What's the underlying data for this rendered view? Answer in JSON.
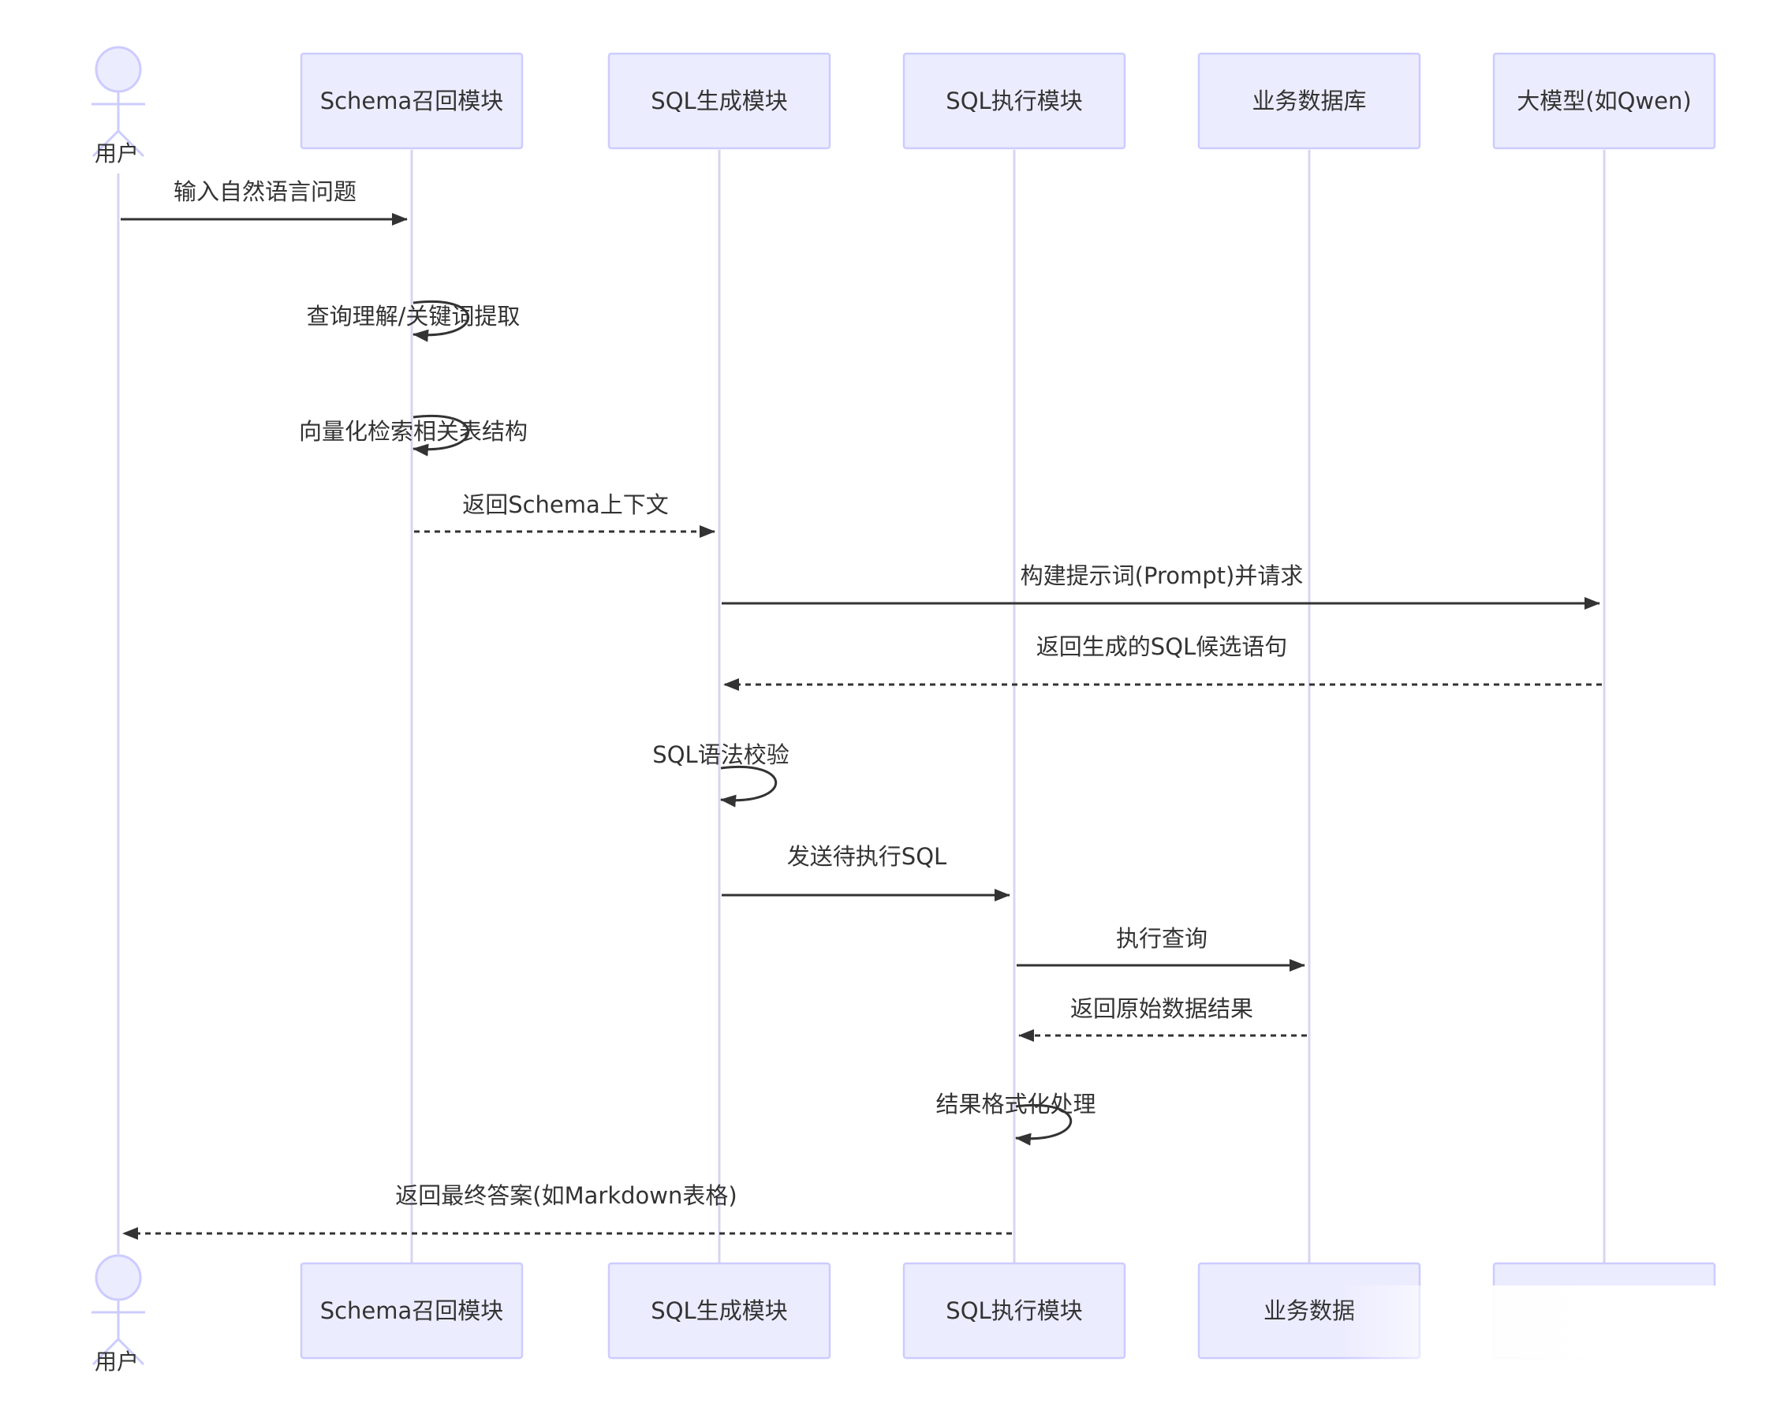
{
  "diagram": {
    "actor": {
      "label": "用户"
    },
    "participants": [
      {
        "id": "schema",
        "label": "Schema召回模块"
      },
      {
        "id": "sqlgen",
        "label": "SQL生成模块"
      },
      {
        "id": "sqlexec",
        "label": "SQL执行模块"
      },
      {
        "id": "db",
        "label": "业务数据库"
      },
      {
        "id": "llm",
        "label": "大模型(如Qwen)"
      }
    ],
    "messages": [
      {
        "from": "user",
        "to": "schema",
        "text": "输入自然语言问题",
        "style": "solid"
      },
      {
        "from": "schema",
        "to": "schema",
        "text": "查询理解/关键词提取",
        "style": "self"
      },
      {
        "from": "schema",
        "to": "schema",
        "text": "向量化检索相关表结构",
        "style": "self"
      },
      {
        "from": "schema",
        "to": "sqlgen",
        "text": "返回Schema上下文",
        "style": "dashed"
      },
      {
        "from": "sqlgen",
        "to": "llm",
        "text": "构建提示词(Prompt)并请求",
        "style": "solid"
      },
      {
        "from": "llm",
        "to": "sqlgen",
        "text": "返回生成的SQL候选语句",
        "style": "dashed"
      },
      {
        "from": "sqlgen",
        "to": "sqlgen",
        "text": "SQL语法校验",
        "style": "self"
      },
      {
        "from": "sqlgen",
        "to": "sqlexec",
        "text": "发送待执行SQL",
        "style": "solid"
      },
      {
        "from": "sqlexec",
        "to": "db",
        "text": "执行查询",
        "style": "solid"
      },
      {
        "from": "db",
        "to": "sqlexec",
        "text": "返回原始数据结果",
        "style": "dashed"
      },
      {
        "from": "sqlexec",
        "to": "sqlexec",
        "text": "结果格式化处理",
        "style": "self"
      },
      {
        "from": "sqlexec",
        "to": "user",
        "text": "返回最终答案(如Markdown表格)",
        "style": "dashed"
      }
    ],
    "bottom_labels": [
      "Schema召回模块",
      "SQL生成模块",
      "SQL执行模块",
      "业务数据",
      ""
    ]
  },
  "colors": {
    "participant_fill": "#ECECFF",
    "participant_stroke": "#CCCCFF",
    "lifeline": "#D8D4F0",
    "arrow": "#333333",
    "text": "#333333"
  }
}
